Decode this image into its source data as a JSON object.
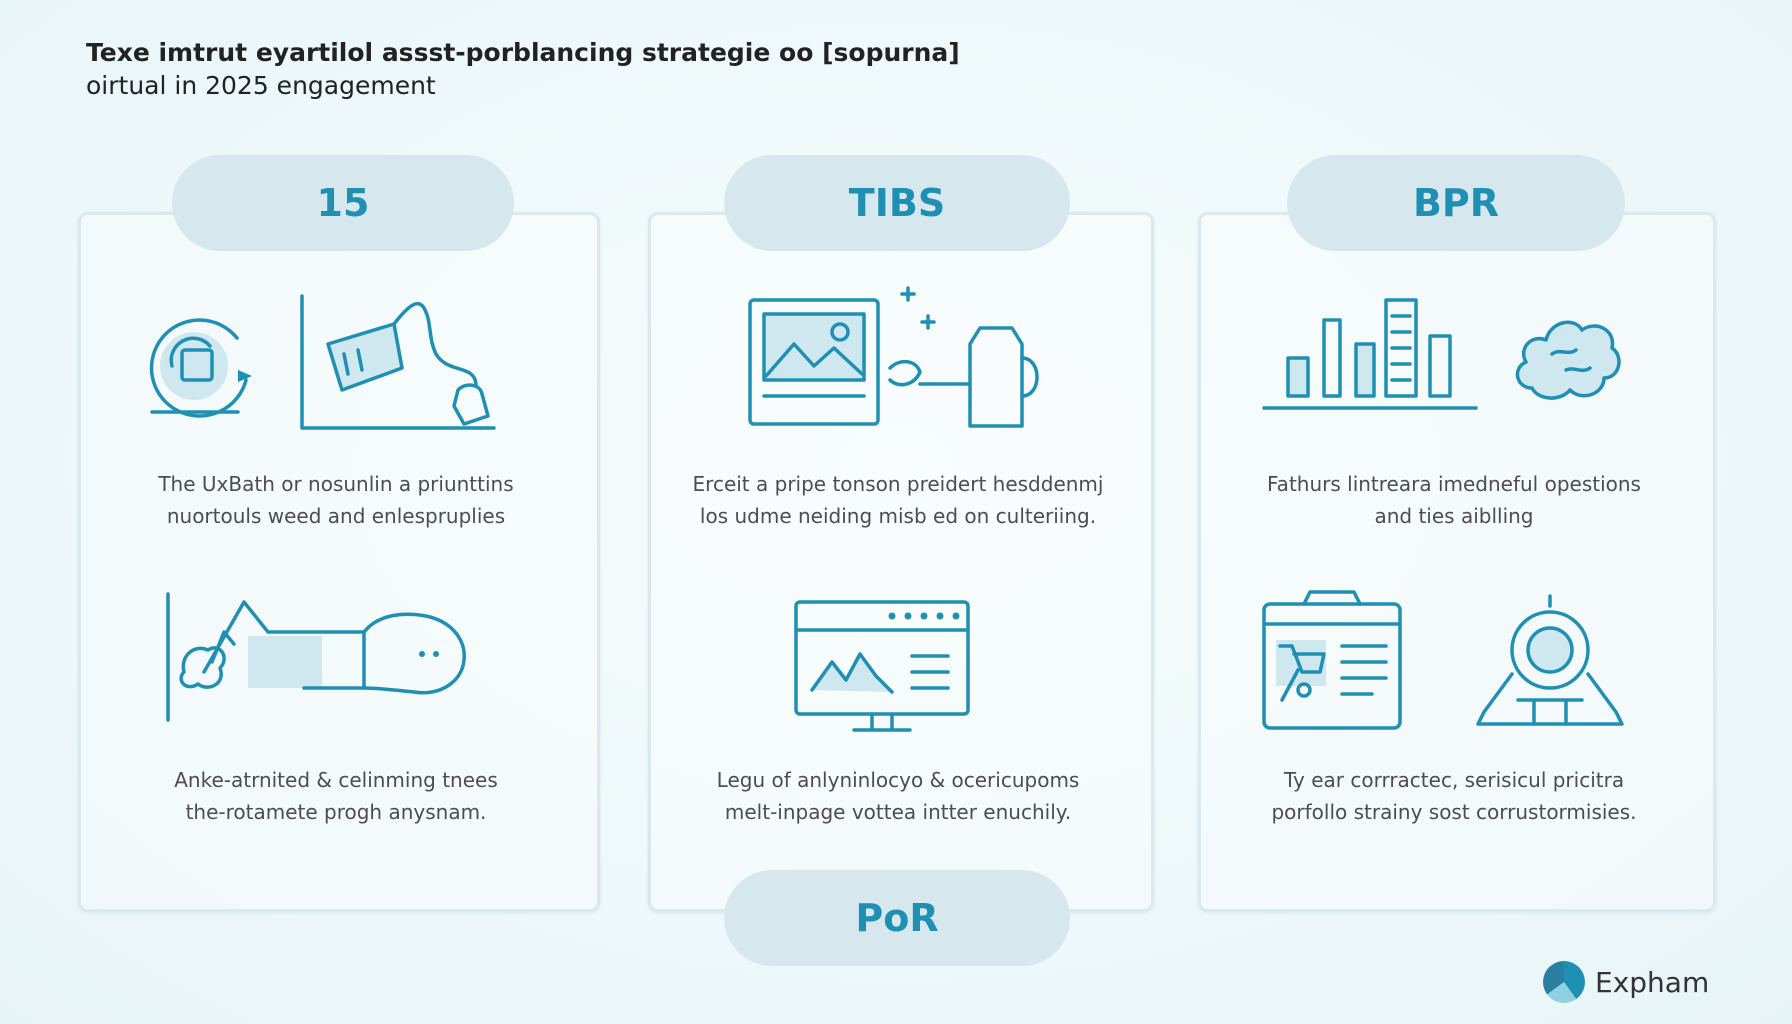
{
  "title": {
    "line1": "Texe imtrut eyartilol assst-porblancing strategie oo [sopurna]",
    "line2": "oirtual in 2025 engagement"
  },
  "panels": [
    {
      "header": "15",
      "captions": [
        [
          "The UxBath or nosunlin a priunttins",
          "nuortouls weed and enlespruplies"
        ],
        [
          "Anke-atrnited & celinming tnees",
          "the-rotamete progh anysnam."
        ]
      ],
      "icons": [
        "circular-arrows-document-icon",
        "hand-pouring-cup-chart-icon",
        "leaf-chart-arrow-capsule-icon"
      ]
    },
    {
      "header": "TIBS",
      "captions": [
        [
          "Erceit a pripe tonson preidert hesddenmj",
          "los udme neiding misb ed on culteriing."
        ],
        [
          "Legu of anlyninlocyo & ocericupoms",
          "melt-inpage vottea intter enuchily."
        ]
      ],
      "icons": [
        "monitor-landscape-sparkle-icon",
        "milk-carton-icon",
        "dashboard-monitor-icon"
      ]
    },
    {
      "header": "BPR",
      "captions": [
        [
          "Fathurs lintreara imedneful opestions",
          "and ties aiblling"
        ],
        [
          "Ty ear corrractec, serisicul pricitra",
          "porfollo strainy sost corrustormisies."
        ]
      ],
      "icons": [
        "bar-chart-icon",
        "brain-cloud-icon",
        "clipboard-checklist-icon",
        "astronaut-helmet-icon"
      ]
    }
  ],
  "footer_pill": "PoR",
  "brand": {
    "name": "Expham"
  },
  "colors": {
    "accent": "#1f8fb3",
    "pill_bg": "#d6e8ee",
    "panel_border": "#dbe9ed"
  }
}
